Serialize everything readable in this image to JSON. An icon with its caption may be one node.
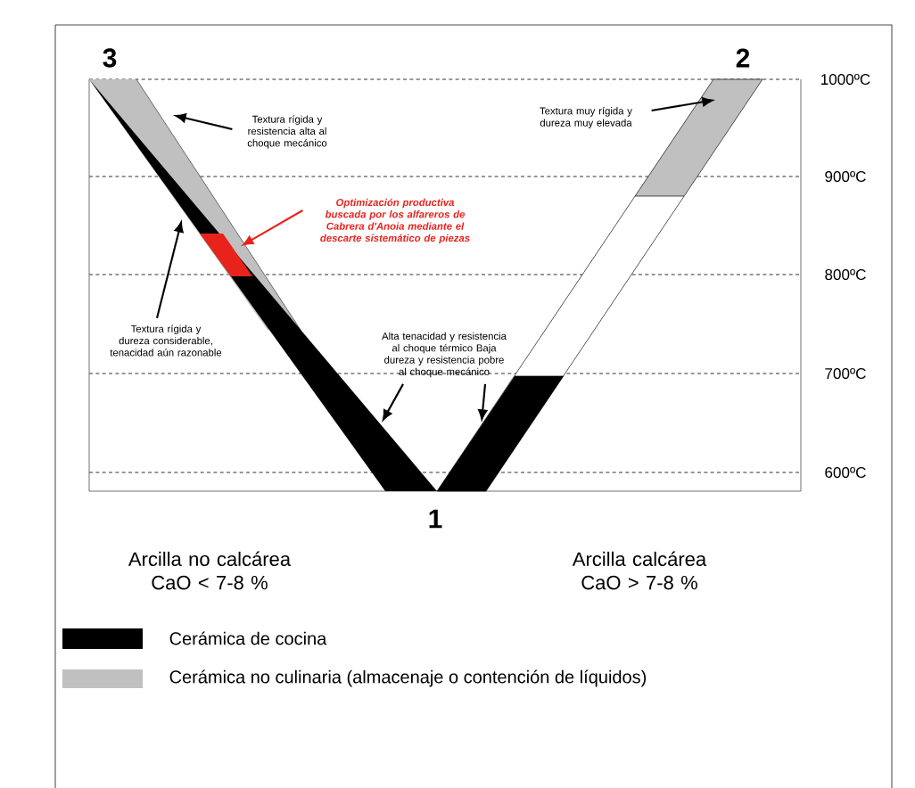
{
  "diagram": {
    "nodes": [
      {
        "text": [
          "Textura rígida y resistencia alta al choque mecánico"
        ]
      },
      {
        "text": [
          "Textura muy rígida y dureza muy elevada"
        ]
      },
      {
        "text": [
          "Optimización productiva buscada por los alfareros de Cabrera d'Anoia mediante el descarte sistemático de piezas"
        ]
      },
      {
        "text": [
          "Textura rígida y dureza considerable, tenacidad aún razonable"
        ]
      },
      {
        "text": [
          "Alta tenacidad y resistencia al choque térmico Baja dureza y resistencia pobre al choque mecánico"
        ]
      },
      {
        "text": [],
        "shape": "box"
      }
    ],
    "edges": [
      {
        "from": 0,
        "to": null,
        "arrow": "to"
      },
      {
        "from": 1,
        "to": null,
        "arrow": "to"
      },
      {
        "from": 2,
        "to": 5,
        "arrow": "to",
        "color": "#e8231c"
      },
      {
        "from": 3,
        "to": null,
        "arrow": "to"
      },
      {
        "from": 4,
        "to": null,
        "arrow": "to"
      },
      {
        "from": 4,
        "to": null,
        "arrow": "to"
      }
    ],
    "labels": [
      "3",
      "2",
      "1000ºC",
      "900ºC",
      "800ºC",
      "700ºC",
      "600ºC",
      "1",
      "Arcilla no calcárea CaO < 7-8 %",
      "Arcilla calcárea CaO > 7-8 %"
    ],
    "legend": [
      {
        "text": "Cerámica de cocina",
        "color": "#000000"
      },
      {
        "text": "Cerámica no culinaria (almacenaje o contención de líquidos)",
        "color": "#c0c0c0"
      }
    ]
  }
}
